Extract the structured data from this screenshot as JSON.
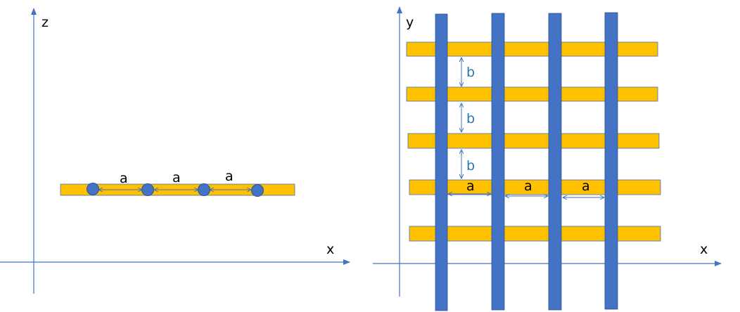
{
  "colors": {
    "axis": "#4472C4",
    "strip": "#FFC000",
    "rod": "#4472C4",
    "spacing_arrow": "#4472C4",
    "label_a": "#000000",
    "label_b": "#2E75B6",
    "background": "#FFFFFF"
  },
  "left_panel": {
    "vertical_axis_label": "z",
    "horizontal_axis_label": "x",
    "spacing_labels": [
      "a",
      "a",
      "a"
    ]
  },
  "right_panel": {
    "vertical_axis_label": "y",
    "horizontal_axis_label": "x",
    "vertical_spacing_labels": [
      "b",
      "b",
      "b"
    ],
    "horizontal_spacing_labels": [
      "a",
      "a",
      "a"
    ]
  }
}
